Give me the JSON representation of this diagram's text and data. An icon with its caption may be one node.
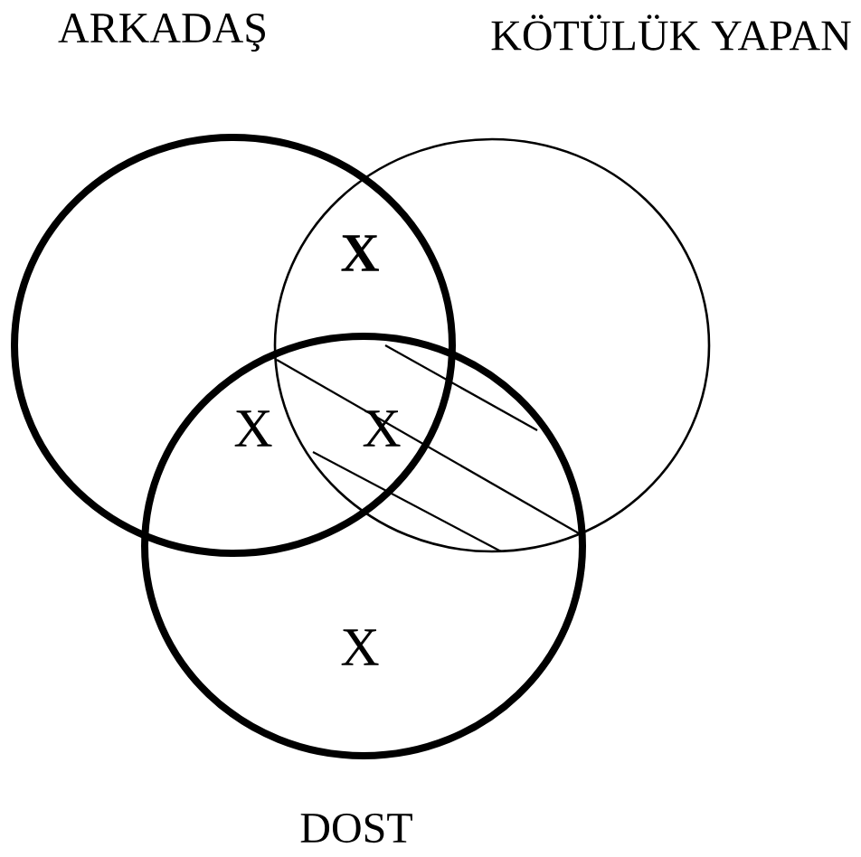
{
  "diagram": {
    "nodes": [
      {
        "text": [
          "ARKADAŞ"
        ]
      },
      {
        "text": [
          "KÖTÜLÜK YAPAN"
        ]
      },
      {
        "text": [
          "DOST"
        ]
      }
    ],
    "labels": [
      "X",
      "X",
      "X",
      "X"
    ]
  }
}
